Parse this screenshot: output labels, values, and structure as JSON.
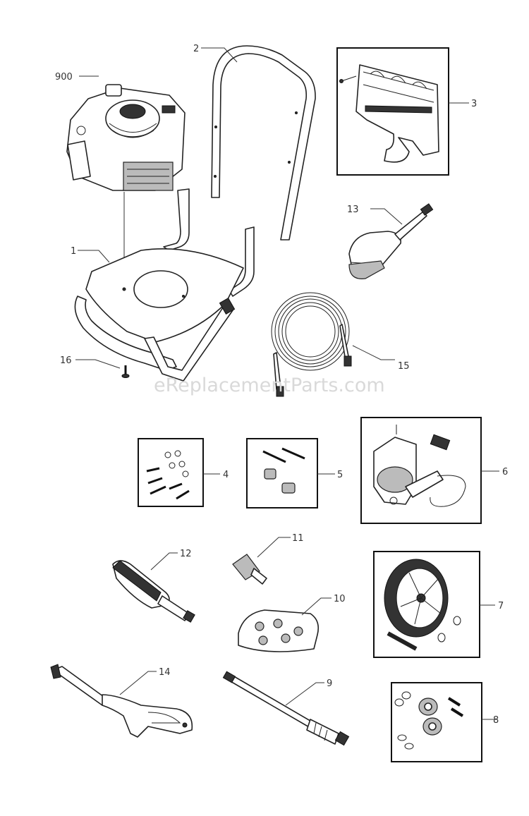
{
  "watermark": "eReplacementParts.com",
  "labels": {
    "p900": "900",
    "p1": "1",
    "p2": "2",
    "p3": "3",
    "p4": "4",
    "p5": "5",
    "p6": "6",
    "p7": "7",
    "p8": "8",
    "p9": "9",
    "p10": "10",
    "p11": "11",
    "p12": "12",
    "p13": "13",
    "p14": "14",
    "p15": "15",
    "p16": "16"
  }
}
